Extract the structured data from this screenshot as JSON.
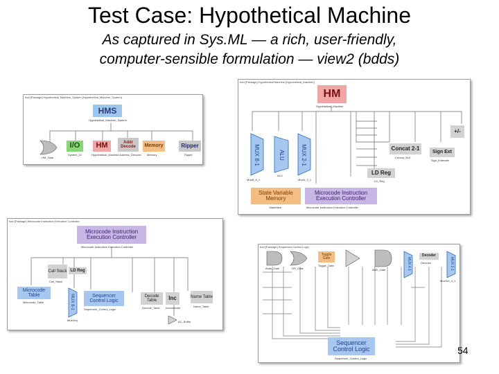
{
  "slide": {
    "title": "Test Case: Hypothetical Machine",
    "subtitle_line1": "As captured in Sys.ML — a rich, user-friendly,",
    "subtitle_line2": "computer-sensible formulation — view2 (bdds)",
    "page_number": "54"
  },
  "diagram_hms": {
    "header": "bdd [Package] Hypothetical_Machine_System [Hypothetical_Machine_System]",
    "root": "HMS",
    "root_sub": "Hypothetical_Machine_System",
    "blocks": [
      "I/O",
      "HM",
      "Addr Decode",
      "Memory",
      "Ripper"
    ],
    "captions": [
      "HM_Gate",
      "System_IO",
      "Hypothetical_Machine",
      "Address_Decoder",
      "Memory",
      "Ripper"
    ]
  },
  "diagram_hm": {
    "header": "bdd [Package] Hypothetical Machine [Hypothetical_Machine]",
    "root": "HM",
    "root_sub": "Hypothetical_Machine",
    "blocks": [
      "MUX 8-1",
      "ALU",
      "MUX 2-1",
      "Concat 2-1",
      "+/-",
      "Sign Ext",
      "LD Reg",
      "State Variable Memory",
      "Microcode Instruction Execution Controller"
    ],
    "captions": [
      "MuxB_8_1",
      "ALU",
      "MuxA_2_1",
      "Concat_2to1",
      "Sign_Extender",
      "LD_Reg",
      "StateMem",
      "Microcode Instruction Execution Controller"
    ]
  },
  "diagram_mc": {
    "header": "bdd [Package] Microcode Instruction Execution Controller",
    "root": "Microcode Instruction Execution Controller",
    "root_sub": "Microcode Instruction Execution Controller",
    "blocks": [
      "Call Stack",
      "LD Reg",
      "Microcode Table",
      "MUX 8-1",
      "Sequencer Control Logic",
      "Decode Table",
      "Inc",
      "Name Table"
    ],
    "captions": [
      "Call_Stack",
      "Microcode_Table",
      "MuxSeq",
      "Sequencer_Control_Logic",
      "Decode_Table",
      "Incrementer",
      "Name_Table",
      "AC_Buffer"
    ]
  },
  "diagram_seq": {
    "header": "bdd [Package] Sequencer Control Logic",
    "root": "Sequencer Control Logic",
    "root_sub": "Sequencer_Control_Logic",
    "blocks": [
      "Toggle Gate",
      "Decoder",
      "MUX 4-1",
      "MUX 2-1"
    ],
    "captions": [
      "Ands_Gate",
      "OR_Gate",
      "Toggle_Gate",
      "AND_Gate",
      "Decoder",
      "MuxSel_4_1"
    ]
  },
  "colors": {
    "hms_blue": "#9ec7ee",
    "io_green": "#86d673",
    "hm_pink": "#f1a6a6",
    "addr_grey": "#c8c8c8",
    "memory_orange": "#f3bd83",
    "mux_blue": "#a6c8f0",
    "lavender": "#c8b6e6",
    "block_grey": "#d2d2d2"
  }
}
